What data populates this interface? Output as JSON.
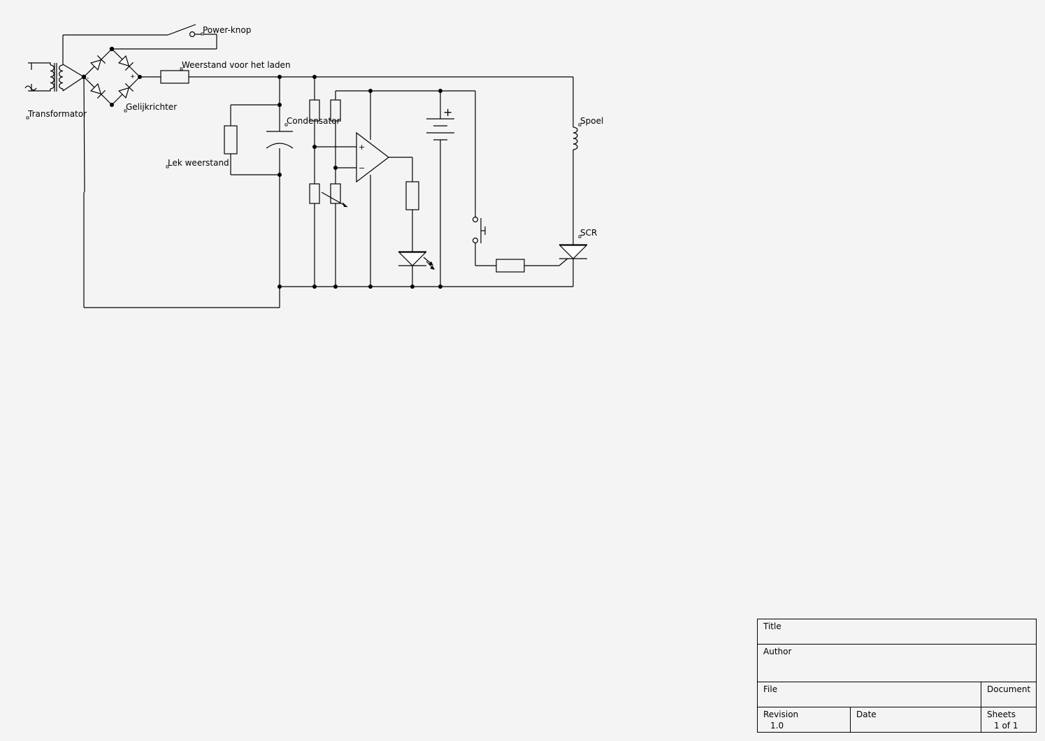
{
  "labels": {
    "power_switch": "Power-knop",
    "charge_resistor": "Weerstand voor het laden",
    "transformer": "Transformator",
    "rectifier": "Gelijkrichter",
    "capacitor": "Condensator",
    "leak_resistor": "Lek weerstand",
    "coil": "Spoel",
    "scr": "SCR"
  },
  "polarity": {
    "plus": "+",
    "minus": "−",
    "small_plus": "+",
    "small_minus": "-"
  },
  "title_block": {
    "title_label": "Title",
    "title_value": "",
    "author_label": "Author",
    "author_value": "",
    "file_label": "File",
    "file_value": "",
    "document_label": "Document",
    "document_value": "",
    "revision_label": "Revision",
    "revision_value": "1.0",
    "date_label": "Date",
    "date_value": "",
    "sheets_label": "Sheets",
    "sheets_value": "1 of 1"
  }
}
